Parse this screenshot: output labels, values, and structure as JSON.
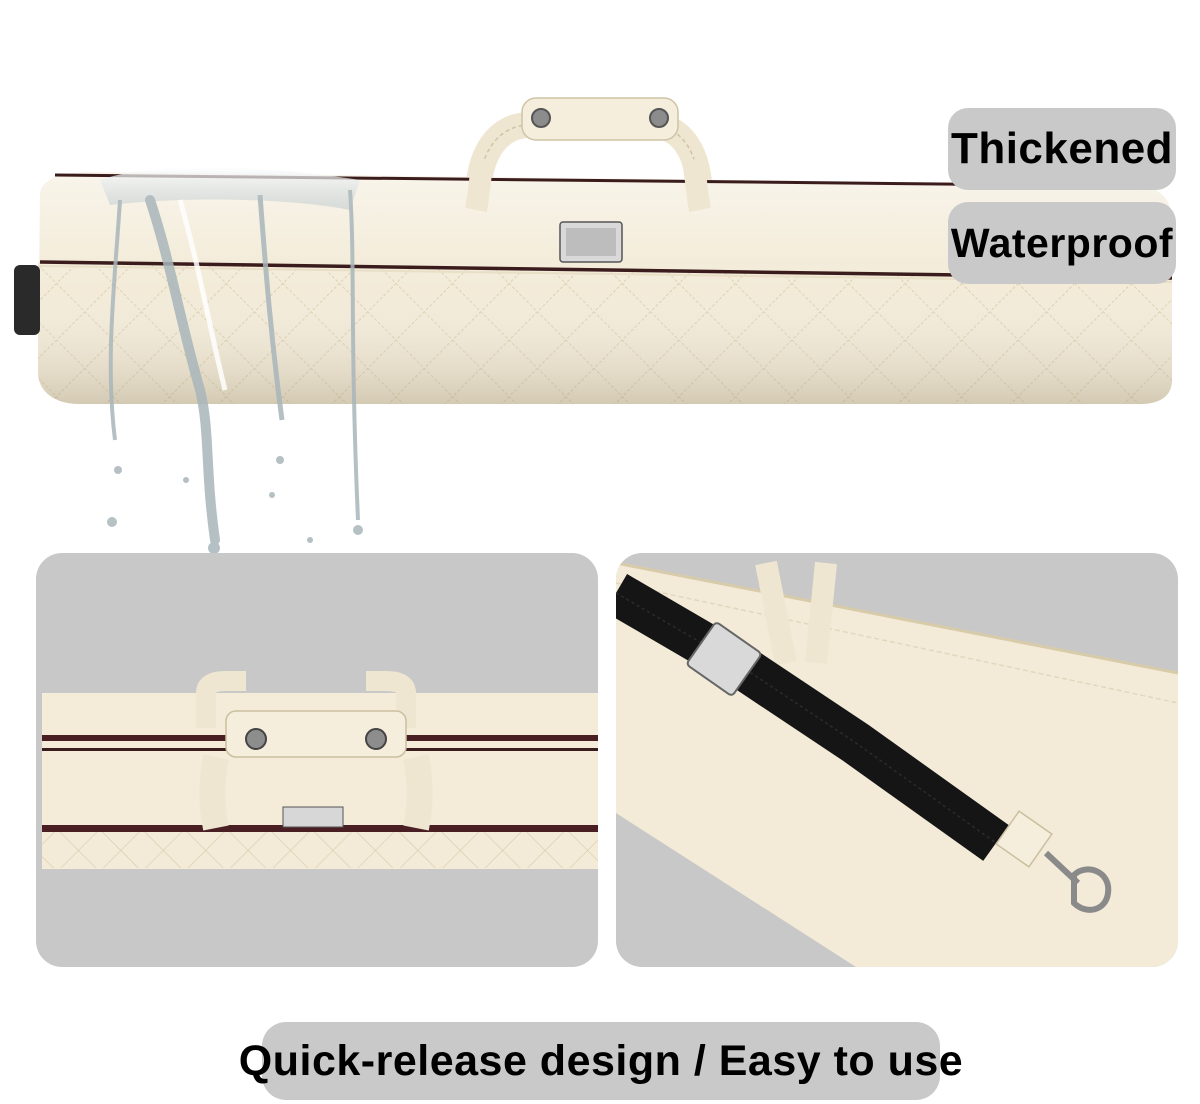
{
  "labels": {
    "thickened": "Thickened",
    "waterproof": "Waterproof",
    "quick_release": "Quick-release design / Easy to use"
  },
  "colors": {
    "case_cream": "#f2ead6",
    "piping_dark": "#3a1c1c",
    "label_pill": "#c9c9c9",
    "panel_bg": "#c8c8c8",
    "strap_black": "#151515"
  },
  "images": {
    "hero": "cream quilted cue case with water splashing on left end",
    "detail_left": "close-up of top handle with quick-release buttons",
    "detail_right": "close-up of black shoulder strap with buckle and clip"
  }
}
